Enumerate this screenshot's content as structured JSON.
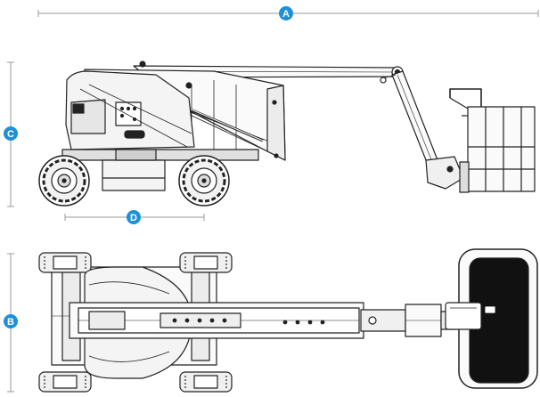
{
  "figure": {
    "markers": [
      {
        "id": "A",
        "label": "A"
      },
      {
        "id": "B",
        "label": "B"
      },
      {
        "id": "C",
        "label": "C"
      },
      {
        "id": "D",
        "label": "D"
      }
    ],
    "colors": {
      "marker": "#1e90d6",
      "dimension_line": "#9a9a9a",
      "line_art": "#222222",
      "platform_fill": "#111111",
      "body_fill": "#f4f4f4"
    },
    "views": [
      "side-elevation",
      "top-plan"
    ]
  }
}
